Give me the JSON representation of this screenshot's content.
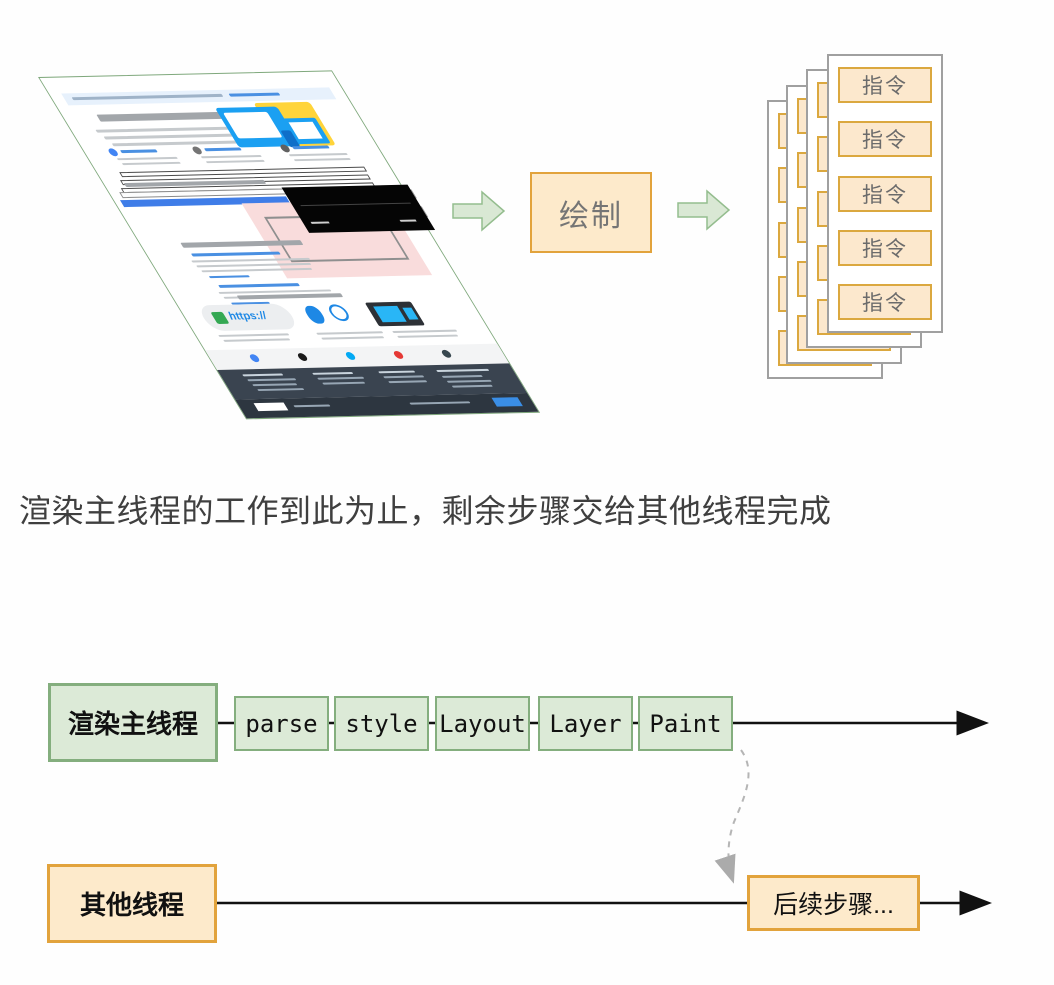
{
  "header_flow": {
    "source_page": {
      "https_label": "https://"
    },
    "paint_step_label": "绘制",
    "instruction_label": "指令",
    "card_count": 4,
    "instructions_per_card": 5
  },
  "caption_text": "渲染主线程的工作到此为止，剩余步骤交给其他线程完成",
  "timeline": {
    "main_thread_label": "渲染主线程",
    "stages": [
      "parse",
      "style",
      "Layout",
      "Layer",
      "Paint"
    ],
    "other_thread_label": "其他线程",
    "next_steps_label": "后续步骤..."
  },
  "colors": {
    "green_fill": "#dcead7",
    "green_border": "#84ae7e",
    "orange_fill": "#fdeacb",
    "orange_border": "#e2a33c",
    "arrow_fill": "#d9e8d4",
    "arrow_border": "#94bd8e",
    "timeline_line": "#111111",
    "dashed_curve": "#b5b5b5",
    "caption_text": "#3f3f3f"
  }
}
